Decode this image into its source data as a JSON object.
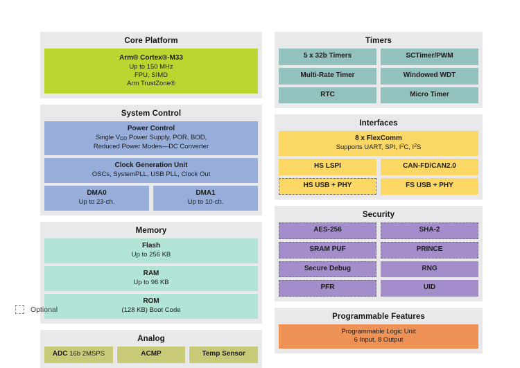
{
  "legend": {
    "optional_label": "Optional"
  },
  "groups": {
    "core_platform": {
      "title": "Core Platform",
      "block": {
        "title": "Arm® Cortex®-M33",
        "line2": "Up to 150 MHz",
        "line3": "FPU, SIMD",
        "line4": "Arm TrustZone®"
      }
    },
    "system_control": {
      "title": "System Control",
      "power_control": {
        "title": "Power Control",
        "line2": "Single VDD Power Supply, POR, BOD,",
        "line3": "Reduced Power Modes—DC Converter"
      },
      "clock_generation": {
        "title": "Clock Generation Unit",
        "line2": "OSCs, SystemPLL, USB PLL, Clock Out"
      },
      "dma0": {
        "title": "DMA0",
        "line2": "Up to 23-ch."
      },
      "dma1": {
        "title": "DMA1",
        "line2": "Up to 10-ch."
      }
    },
    "memory": {
      "title": "Memory",
      "flash": {
        "title": "Flash",
        "line2": "Up to 256 KB"
      },
      "ram": {
        "title": "RAM",
        "line2": "Up to 96 KB"
      },
      "rom": {
        "title": "ROM",
        "line2": "(128 KB) Boot Code"
      }
    },
    "analog": {
      "title": "Analog",
      "adc": {
        "title": "ADC",
        "sub": "16b 2MSPS"
      },
      "acmp": {
        "title": "ACMP"
      },
      "temp_sensor": {
        "title": "Temp Sensor"
      }
    },
    "timers": {
      "title": "Timers",
      "items": [
        {
          "label": "5 x 32b Timers",
          "optional": false
        },
        {
          "label": "SCTimer/PWM",
          "optional": false
        },
        {
          "label": "Multi-Rate Timer",
          "optional": false
        },
        {
          "label": "Windowed WDT",
          "optional": false
        },
        {
          "label": "RTC",
          "optional": false
        },
        {
          "label": "Micro Timer",
          "optional": false
        }
      ]
    },
    "interfaces": {
      "title": "Interfaces",
      "flexcomm": {
        "title": "8 x FlexComm",
        "line2_a": "Supports UART, SPI, I",
        "line2_sup1": "2",
        "line2_b": "C, I",
        "line2_sup2": "2",
        "line2_c": "S"
      },
      "items": [
        {
          "label": "HS LSPI",
          "optional": false
        },
        {
          "label": "CAN-FD/CAN2.0",
          "optional": false
        },
        {
          "label": "HS USB + PHY",
          "optional": true
        },
        {
          "label": "FS USB + PHY",
          "optional": false
        }
      ]
    },
    "security": {
      "title": "Security",
      "items": [
        {
          "label": "AES-256",
          "optional": true
        },
        {
          "label": "SHA-2",
          "optional": true
        },
        {
          "label": "SRAM PUF",
          "optional": true
        },
        {
          "label": "PRINCE",
          "optional": true
        },
        {
          "label": "Secure Debug",
          "optional": true
        },
        {
          "label": "RNG",
          "optional": false
        },
        {
          "label": "PFR",
          "optional": true
        },
        {
          "label": "UID",
          "optional": false
        }
      ]
    },
    "programmable_features": {
      "title": "Programmable Features",
      "plu": {
        "line1": "Programmable Logic Unit",
        "line2": "6 Input, 8 Output"
      }
    }
  },
  "colors": {
    "core": "#bcd631",
    "system_control": "#97aedb",
    "memory": "#b2e4d7",
    "analog": "#c9ca77",
    "timers": "#93c1bd",
    "interfaces": "#fbd765",
    "security": "#a48dcb",
    "programmable": "#ef9255",
    "panel_background": "#e9e9eb"
  }
}
